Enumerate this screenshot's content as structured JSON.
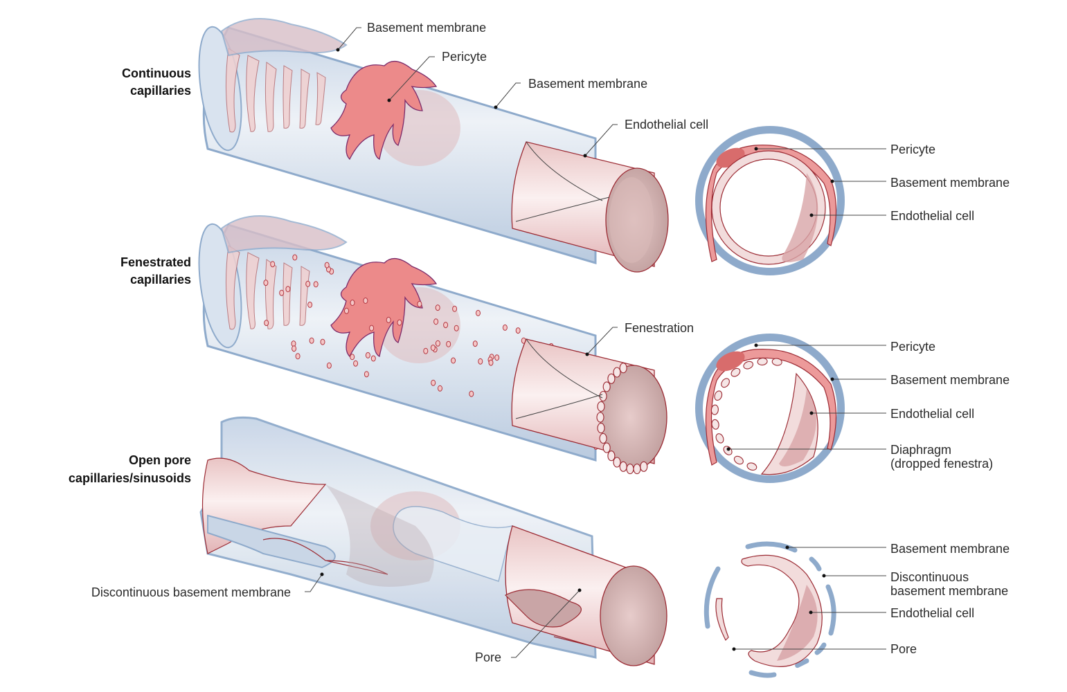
{
  "diagram": {
    "sections": [
      {
        "title_line1": "Continuous",
        "title_line2": "capillaries",
        "tube_labels": {
          "basement_membrane_top": "Basement membrane",
          "pericyte": "Pericyte",
          "basement_membrane_mid": "Basement membrane",
          "endothelial_cell": "Endothelial cell"
        },
        "cross_section_labels": {
          "pericyte": "Pericyte",
          "basement_membrane": "Basement membrane",
          "endothelial_cell": "Endothelial cell"
        }
      },
      {
        "title_line1": "Fenestrated",
        "title_line2": "capillaries",
        "tube_labels": {
          "fenestration": "Fenestration"
        },
        "cross_section_labels": {
          "pericyte": "Pericyte",
          "basement_membrane": "Basement membrane",
          "endothelial_cell": "Endothelial cell",
          "diaphragm_line1": "Diaphragm",
          "diaphragm_line2": "(dropped fenestra)"
        }
      },
      {
        "title_line1": "Open pore",
        "title_line2": "capillaries/sinusoids",
        "tube_labels": {
          "discontinuous_bm": "Discontinuous basement membrane",
          "pore": "Pore"
        },
        "cross_section_labels": {
          "basement_membrane": "Basement membrane",
          "discontinuous_bm_line1": "Discontinuous",
          "discontinuous_bm_line2": "basement membrane",
          "endothelial_cell": "Endothelial cell",
          "pore": "Pore"
        }
      }
    ],
    "colors": {
      "basement_membrane": "#8eaacb",
      "endothelium": "#f2dcdc",
      "endothelium_outline": "#9b2a33",
      "pericyte": "#ec8a8a",
      "nucleus": "#dcaaa9"
    }
  }
}
